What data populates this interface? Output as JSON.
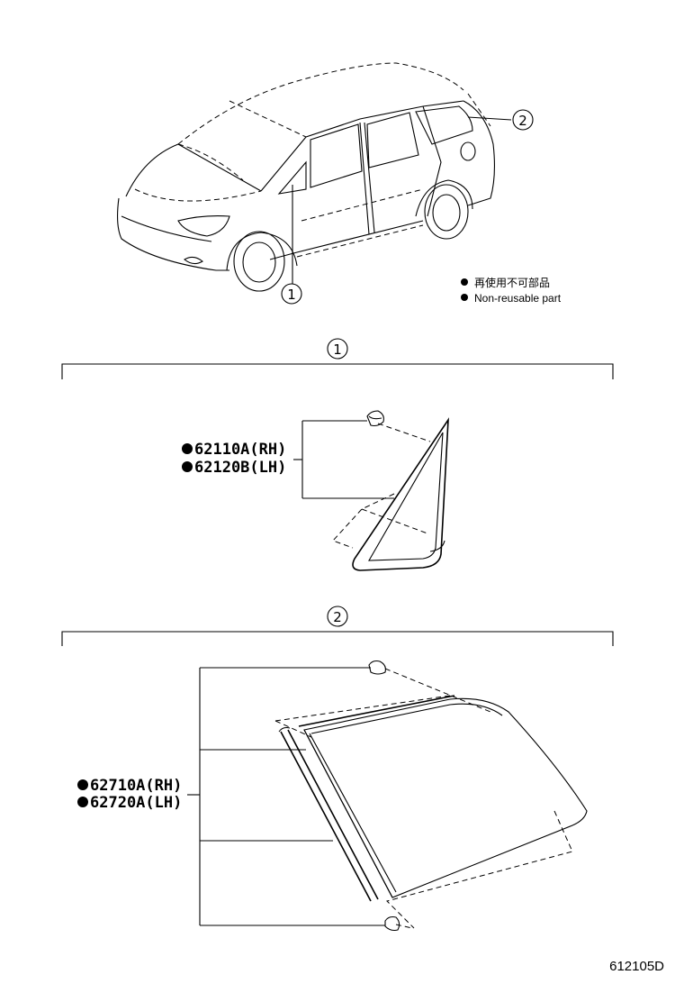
{
  "callouts": {
    "one": "1",
    "two": "2"
  },
  "legend": {
    "line_jp": "再使用不可部品",
    "line_en": "Non-reusable part"
  },
  "section1": {
    "label": "1",
    "part_rh": "62110A(RH)",
    "part_lh": "62120B(LH)"
  },
  "section2": {
    "label": "2",
    "part_rh": "62710A(RH)",
    "part_lh": "62720A(LH)"
  },
  "illustration_code": "612105D"
}
